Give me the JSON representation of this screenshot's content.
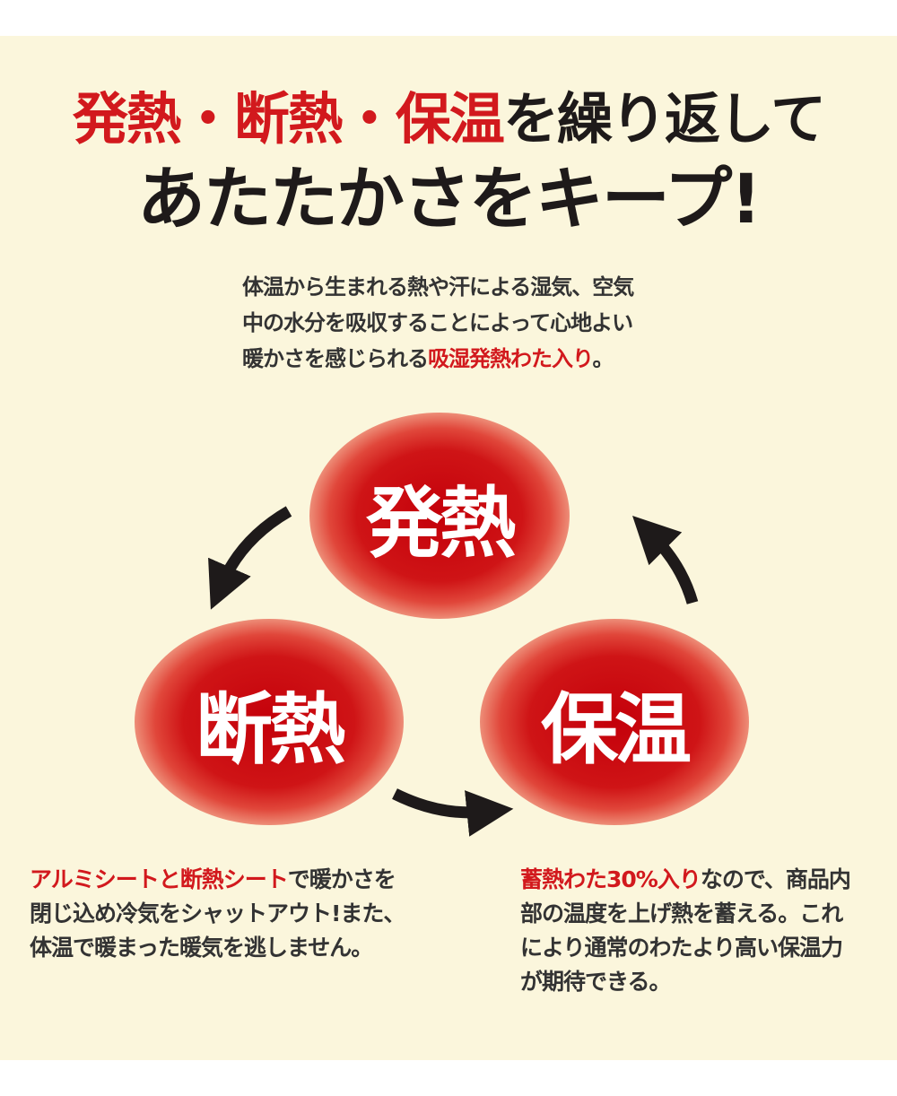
{
  "headline": {
    "line1_red": "発熱・断熱・保温",
    "line1_black": "を繰り返して",
    "line2": "あたたかさをキープ!"
  },
  "intro": {
    "line1": "体温から生まれる熱や汗による湿気、空気",
    "line2": "中の水分を吸収することによって心地よい",
    "line3_black": "暖かさを感じられる",
    "line3_red": "吸湿発熱わた入り",
    "line3_end": "。"
  },
  "cycle": {
    "heat": "発熱",
    "insulation": "断熱",
    "retention": "保温"
  },
  "insulation_desc": {
    "red": "アルミシートと断熱シート",
    "line1_black": "で暖かさを",
    "line2": "閉じ込め冷気をシャットアウト!また、",
    "line3": "体温で暖まった暖気を逃しません。"
  },
  "retention_desc": {
    "red": "蓄熱わた30%入り",
    "line1_black": "なので、商品内",
    "line2": "部の温度を上げ熱を蓄える。これ",
    "line3": "により通常のわたより高い保温力",
    "line4": "が期待できる。"
  },
  "colors": {
    "accent_red": "#d2191d",
    "background": "#fbf6dc",
    "text": "#333333"
  }
}
